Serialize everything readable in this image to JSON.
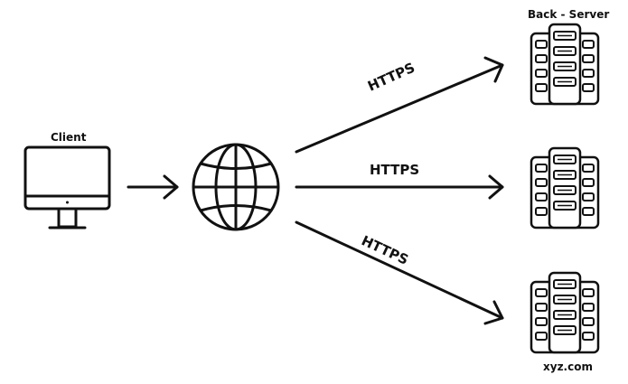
{
  "client": {
    "label": "Client"
  },
  "servers": {
    "label": "Back - Server",
    "domain": "xyz.com"
  },
  "connections": [
    {
      "protocol": "HTTPS"
    },
    {
      "protocol": "HTTPS"
    },
    {
      "protocol": "HTTPS"
    }
  ],
  "colors": {
    "stroke": "#111111",
    "background": "#ffffff"
  },
  "icons": [
    "monitor-icon",
    "globe-icon",
    "server-rack-icon"
  ]
}
